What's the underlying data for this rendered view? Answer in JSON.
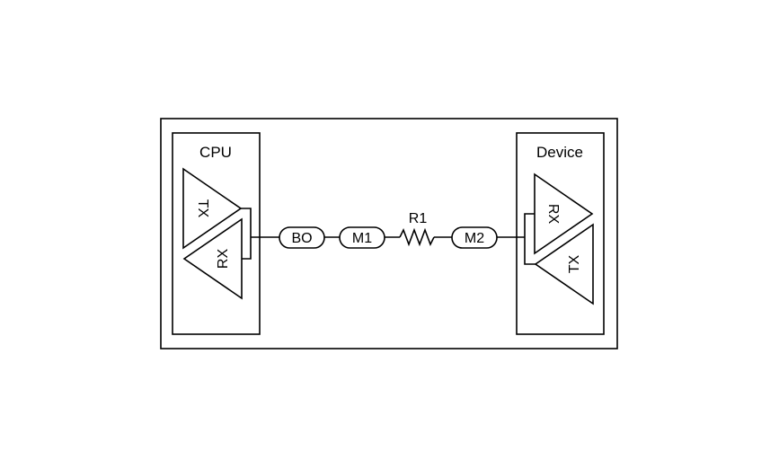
{
  "diagram": {
    "cpu": {
      "label": "CPU",
      "tx_label": "TX",
      "rx_label": "RX"
    },
    "device": {
      "label": "Device",
      "rx_label": "RX",
      "tx_label": "TX"
    },
    "link": {
      "bo_label": "BO",
      "m1_label": "M1",
      "r1_label": "R1",
      "m2_label": "M2"
    }
  }
}
